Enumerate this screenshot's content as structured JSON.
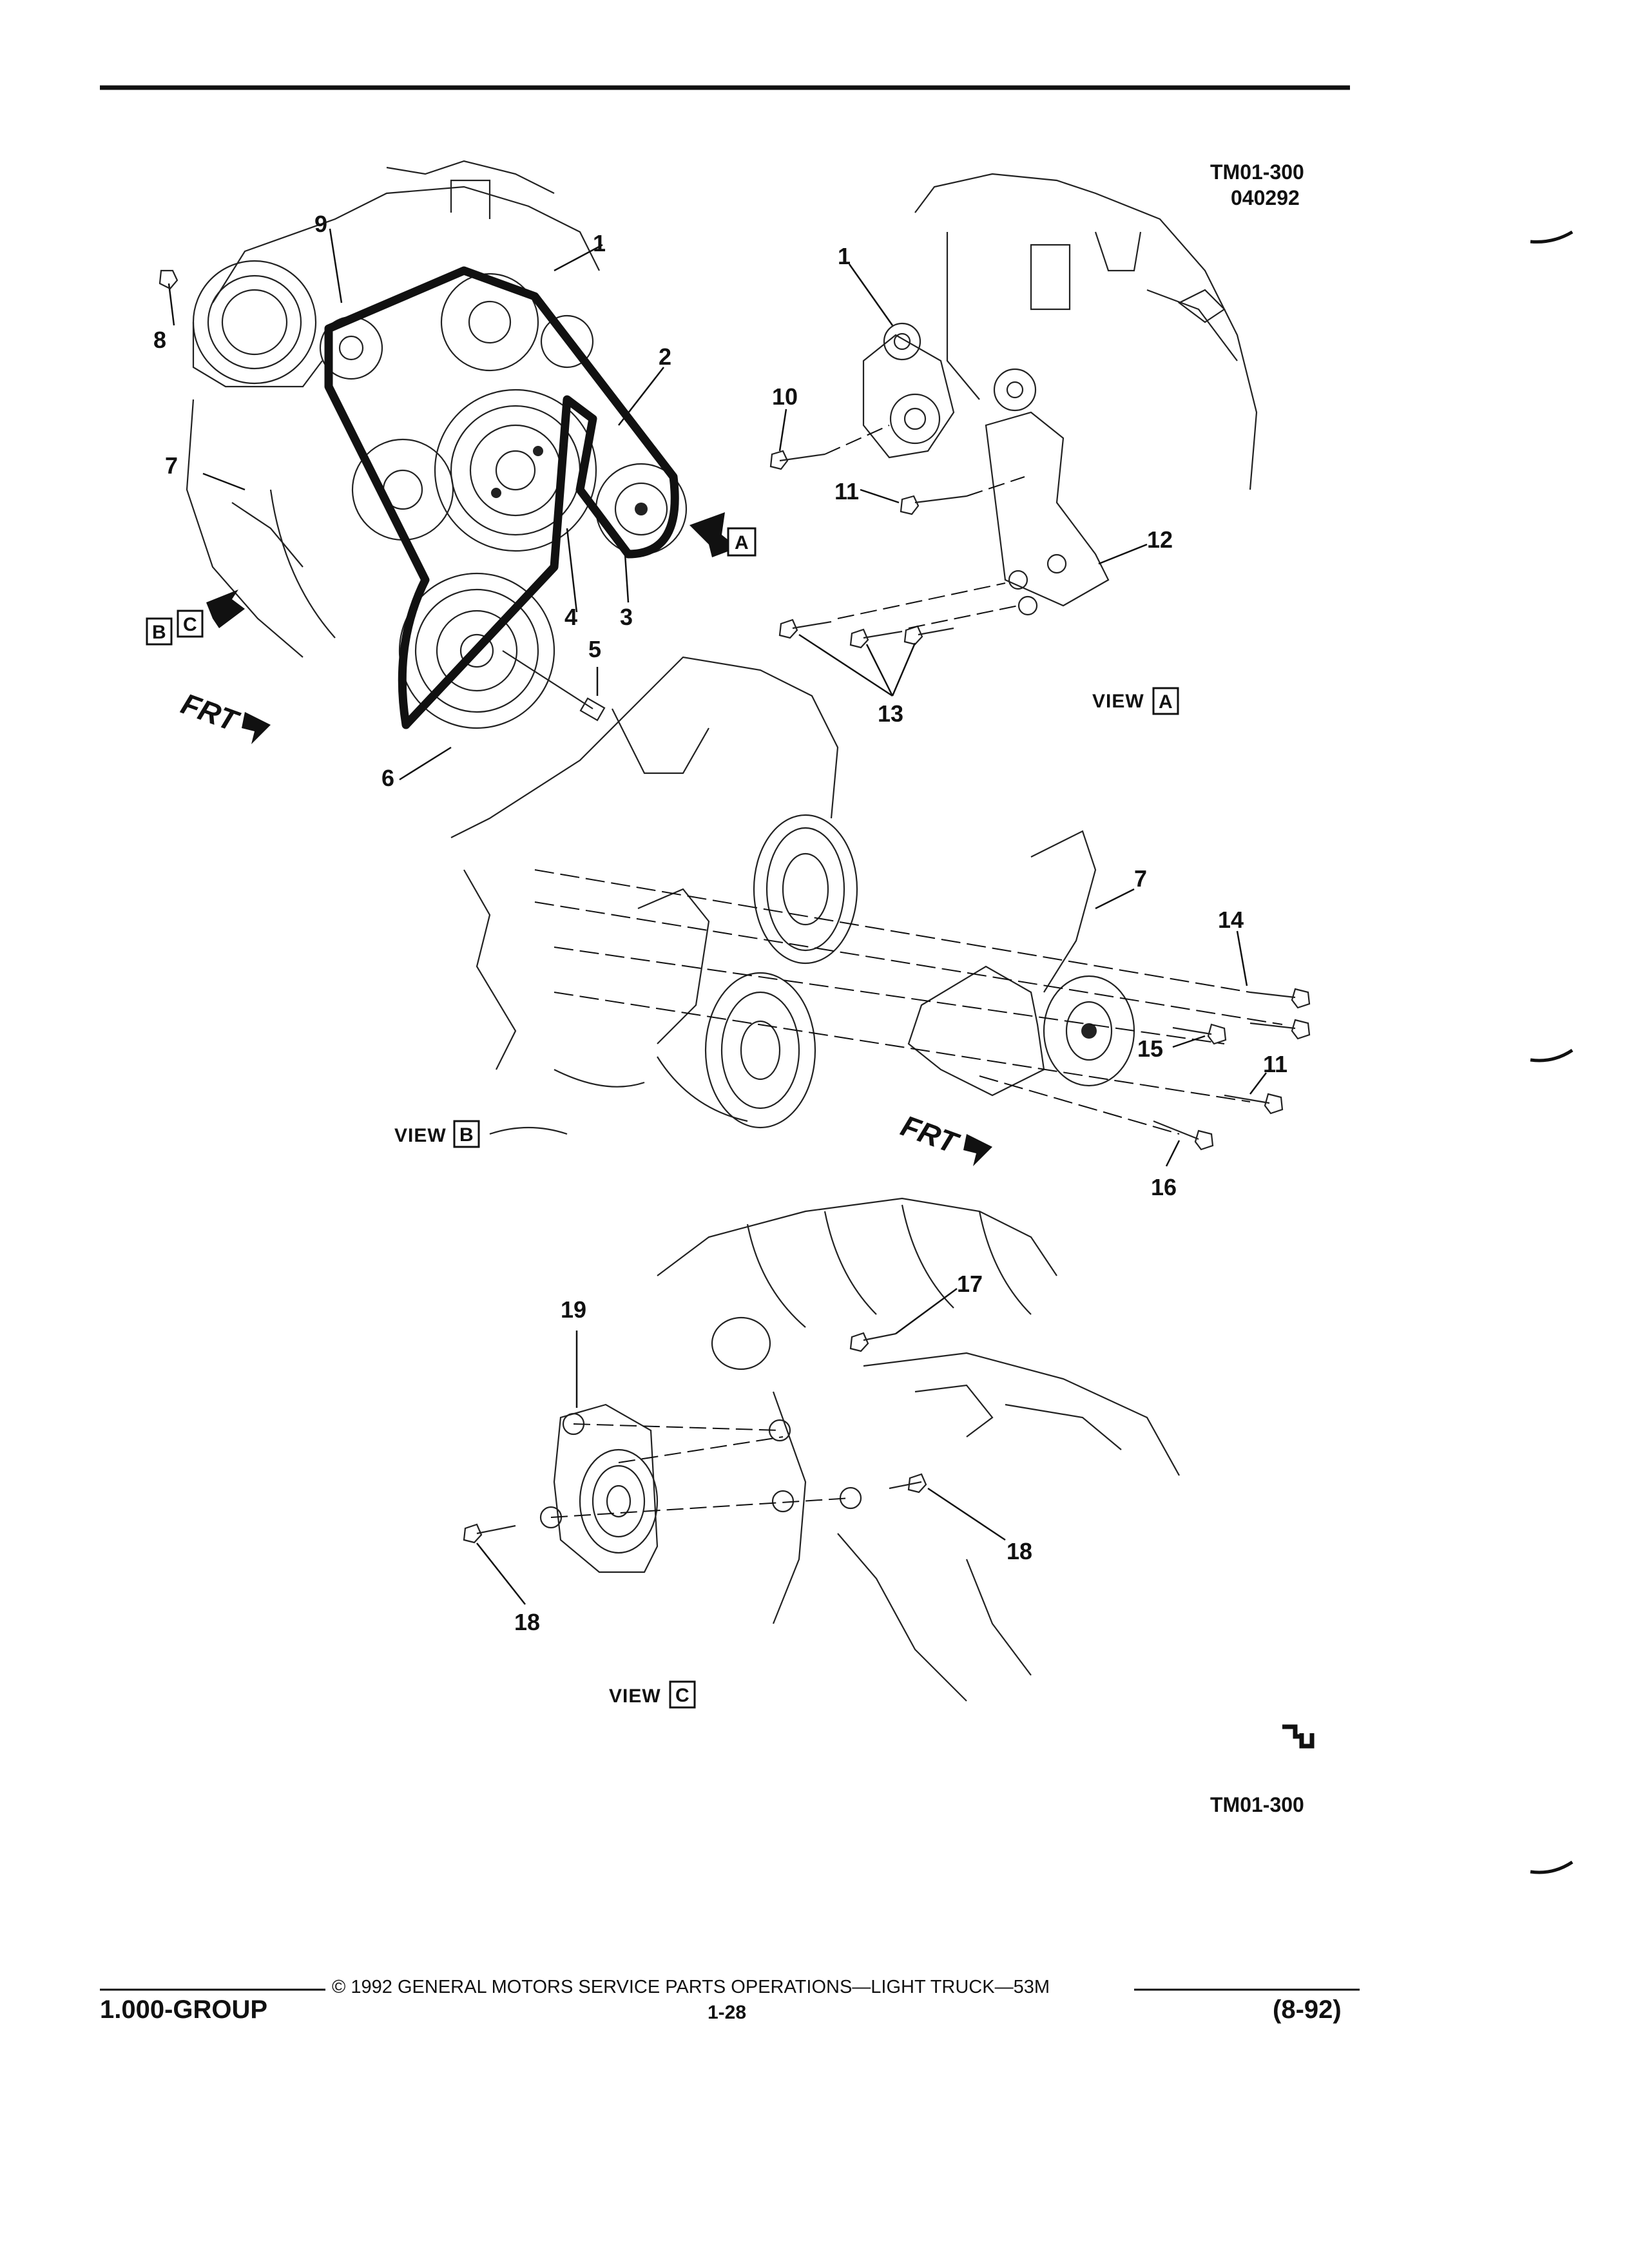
{
  "drawing_id_top": "TM01-300",
  "drawing_date": "040292",
  "drawing_id_bottom": "TM01-300",
  "view_word": "VIEW",
  "views": {
    "a": "A",
    "b": "B",
    "c": "C"
  },
  "front_label": "FRT",
  "callouts": {
    "c1": "1",
    "c2": "2",
    "c3": "3",
    "c4": "4",
    "c5": "5",
    "c6": "6",
    "c7": "7",
    "c8": "8",
    "c9": "9",
    "c10": "10",
    "c11": "11",
    "c12": "12",
    "c13": "13",
    "c14": "14",
    "c15": "15",
    "c16": "16",
    "c17": "17",
    "c18": "18",
    "c19": "19"
  },
  "footer": {
    "group": "1.000-GROUP",
    "copyright": "© 1992 GENERAL MOTORS SERVICE PARTS OPERATIONS—LIGHT TRUCK—53M",
    "page": "1-28",
    "date": "(8-92)"
  }
}
